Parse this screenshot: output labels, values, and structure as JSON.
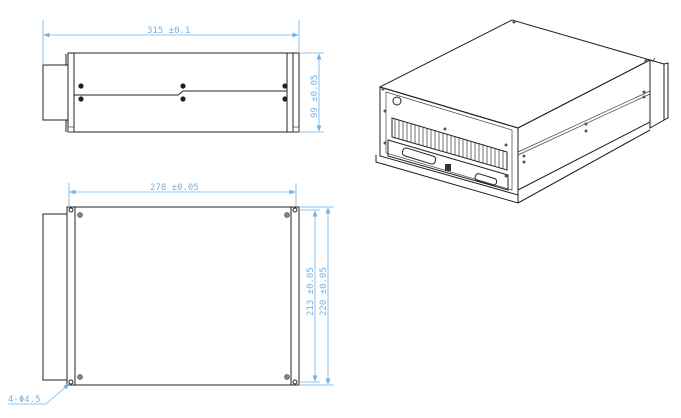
{
  "views": {
    "side": {
      "width_label": "315 ±0.1",
      "height_label": "99 ±0.05"
    },
    "top": {
      "width_label": "278 ±0.05",
      "inner_height_label": "213 ±0.05",
      "outer_height_label": "220 ±0.05",
      "hole_label": "4-Φ4.5"
    },
    "isometric": {
      "description": "3D isometric view of enclosure with front vent grille and connectors"
    }
  },
  "colors": {
    "dimension": "#6fb3e8",
    "outline": "#222222"
  }
}
